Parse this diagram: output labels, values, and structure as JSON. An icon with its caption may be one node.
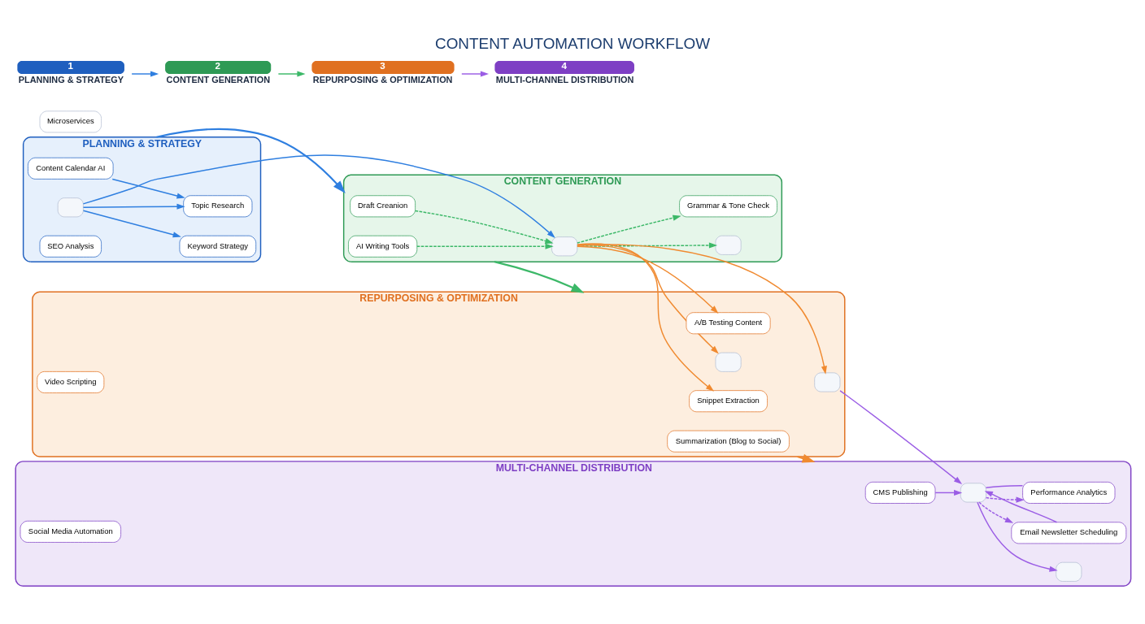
{
  "diagram": {
    "title": "CONTENT AUTOMATION WORKFLOW",
    "nodes": [
      {
        "text": [
          "PLANNING & STRATEGY"
        ]
      },
      {
        "text": [
          "Content Calendar AI"
        ],
        "in": 0
      },
      {
        "text": [
          "Topic Research"
        ],
        "in": 0
      },
      {
        "text": [],
        "shape": "box",
        "in": 0
      },
      {
        "text": [
          "SEO Analysis"
        ],
        "in": 0
      },
      {
        "text": [
          "Keyword Strategy"
        ],
        "in": 0
      },
      {
        "text": [
          "CONTENT GENERATION"
        ]
      },
      {
        "text": [
          "AI Writing Tools"
        ],
        "in": 6
      },
      {
        "text": [],
        "shape": "box",
        "in": 6
      },
      {
        "text": [],
        "shape": "box",
        "in": 6
      },
      {
        "text": [
          "Draft Creanion"
        ],
        "in": 6
      },
      {
        "text": [
          "Grammar & Tone Check"
        ],
        "in": 6
      },
      {
        "text": [
          "REPURPOSING & OPTIMIZATION"
        ]
      },
      {
        "text": [
          "Summarization (Blog to Social)"
        ],
        "in": 12
      },
      {
        "text": [
          "Video Scripting"
        ],
        "in": 12
      },
      {
        "text": [],
        "shape": "box",
        "in": 12
      },
      {
        "text": [],
        "shape": "box",
        "in": 12
      },
      {
        "text": [
          "Snippet Extraction"
        ],
        "in": 12
      },
      {
        "text": [
          "A/B Testing Content"
        ],
        "in": 12
      },
      {
        "text": [
          "MULTI-CHANNEL DISTRIBUTION"
        ]
      },
      {
        "text": [
          "CMS Publishing"
        ],
        "in": 19
      },
      {
        "text": [
          "Social Media Automation"
        ],
        "in": 19
      },
      {
        "text": [],
        "shape": "box",
        "in": 19
      },
      {
        "text": [],
        "shape": "box",
        "in": 19
      },
      {
        "text": [
          "Email Newsletter Scheduling"
        ],
        "in": 19
      },
      {
        "text": [
          "Performance Analytics"
        ],
        "in": 19
      },
      {
        "text": [
          "Microservices"
        ]
      },
      {
        "text": [
          "1",
          "PLANNING & STRATEGY"
        ]
      },
      {
        "text": [
          "2",
          "CONTENT GENERATION"
        ]
      },
      {
        "text": [
          "3",
          "REPURPOSING & OPTIMIZATION"
        ]
      },
      {
        "text": [
          "4",
          "MULTI-CHANNEL DISTRIBUTION"
        ]
      }
    ],
    "edges": [
      {
        "from": 0,
        "to": 6,
        "arrow": "to",
        "color": "#2f7fe0"
      },
      {
        "from": 6,
        "to": 12,
        "arrow": "to",
        "color": "#3cb868"
      },
      {
        "from": 12,
        "to": 19,
        "arrow": "to",
        "color": "#f08a30"
      },
      {
        "from": 1,
        "to": 2,
        "arrow": "to",
        "color": "#2f7fe0"
      },
      {
        "from": 3,
        "to": 2,
        "arrow": "to",
        "color": "#2f7fe0"
      },
      {
        "from": 3,
        "to": 5,
        "arrow": "to",
        "color": "#2f7fe0"
      },
      {
        "from": 3,
        "to": 8,
        "arrow": "to",
        "color": "#2f7fe0"
      },
      {
        "from": 7,
        "to": 8,
        "arrow": "to",
        "style": "dashed",
        "color": "#3cb868"
      },
      {
        "from": 8,
        "to": 9,
        "arrow": "to",
        "style": "dashed",
        "color": "#3cb868"
      },
      {
        "from": 10,
        "to": 8,
        "arrow": "to",
        "style": "dashed",
        "color": "#3cb868"
      },
      {
        "from": 8,
        "to": 11,
        "arrow": "to",
        "style": "dashed",
        "color": "#3cb868"
      },
      {
        "from": 8,
        "to": 15,
        "arrow": "to",
        "color": "#f08a30"
      },
      {
        "from": 8,
        "to": 16,
        "arrow": "to",
        "color": "#f08a30"
      },
      {
        "from": 8,
        "to": 17,
        "arrow": "to",
        "color": "#f08a30"
      },
      {
        "from": 8,
        "to": 18,
        "arrow": "to",
        "color": "#f08a30"
      },
      {
        "from": 16,
        "to": 22,
        "arrow": "to",
        "color": "#9b5de5"
      },
      {
        "from": 20,
        "to": 22,
        "arrow": "to",
        "color": "#9b5de5"
      },
      {
        "from": 22,
        "to": 23,
        "arrow": "to",
        "color": "#9b5de5"
      },
      {
        "from": 24,
        "to": 22,
        "arrow": "to",
        "color": "#9b5de5"
      },
      {
        "from": 25,
        "to": 22,
        "arrow": "none",
        "color": "#9b5de5"
      },
      {
        "from": 22,
        "to": 24,
        "arrow": "to",
        "style": "dashed",
        "color": "#9b5de5"
      },
      {
        "from": 22,
        "to": 25,
        "arrow": "to",
        "style": "dashed",
        "color": "#9b5de5"
      },
      {
        "from": 27,
        "to": 28,
        "arrow": "to",
        "color": "#2f7fe0"
      },
      {
        "from": 28,
        "to": 29,
        "arrow": "to",
        "color": "#3cb868"
      },
      {
        "from": 29,
        "to": 30,
        "arrow": "to",
        "color": "#9b5de5"
      }
    ]
  }
}
